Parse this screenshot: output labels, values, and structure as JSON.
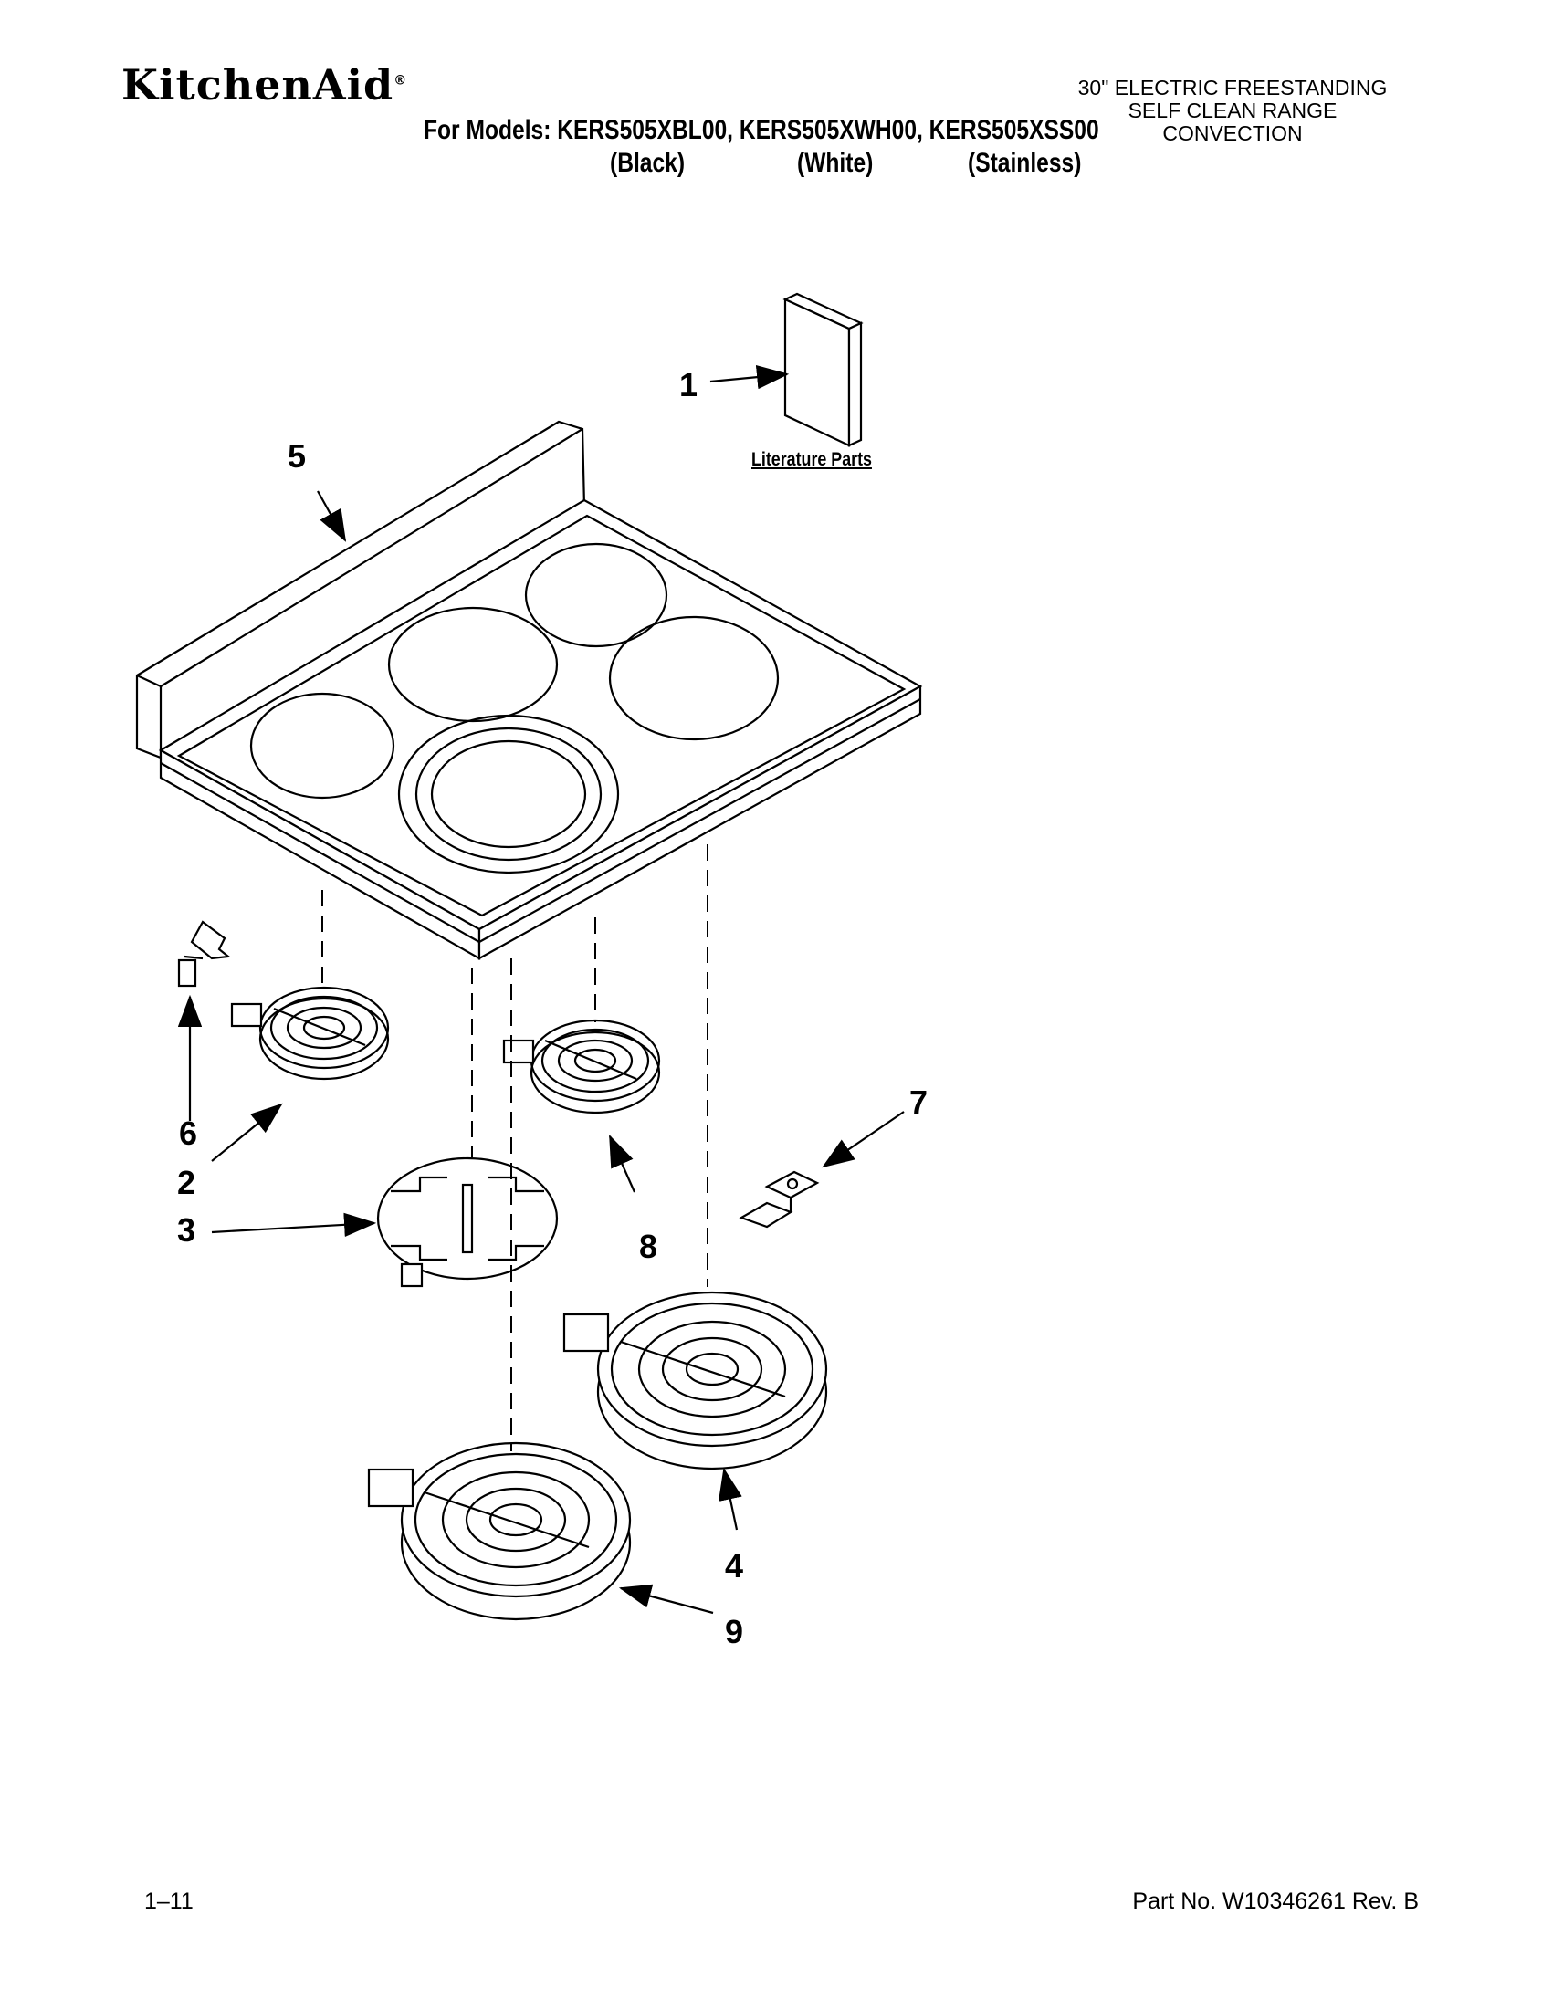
{
  "header": {
    "brand": "KitchenAid",
    "brand_mark": "®",
    "product_lines": [
      "30\" ELECTRIC FREESTANDING",
      "SELF CLEAN RANGE",
      "CONVECTION"
    ],
    "models_line": "For Models: KERS505XBL00, KERS505XWH00, KERS505XSS00",
    "colors": [
      "(Black)",
      "(White)",
      "(Stainless)"
    ]
  },
  "diagram": {
    "literature_label": "Literature Parts",
    "callouts": [
      "1",
      "2",
      "3",
      "4",
      "5",
      "6",
      "7",
      "8",
      "9"
    ]
  },
  "footer": {
    "page": "1–11",
    "part_no": "Part No. W10346261 Rev. B"
  }
}
